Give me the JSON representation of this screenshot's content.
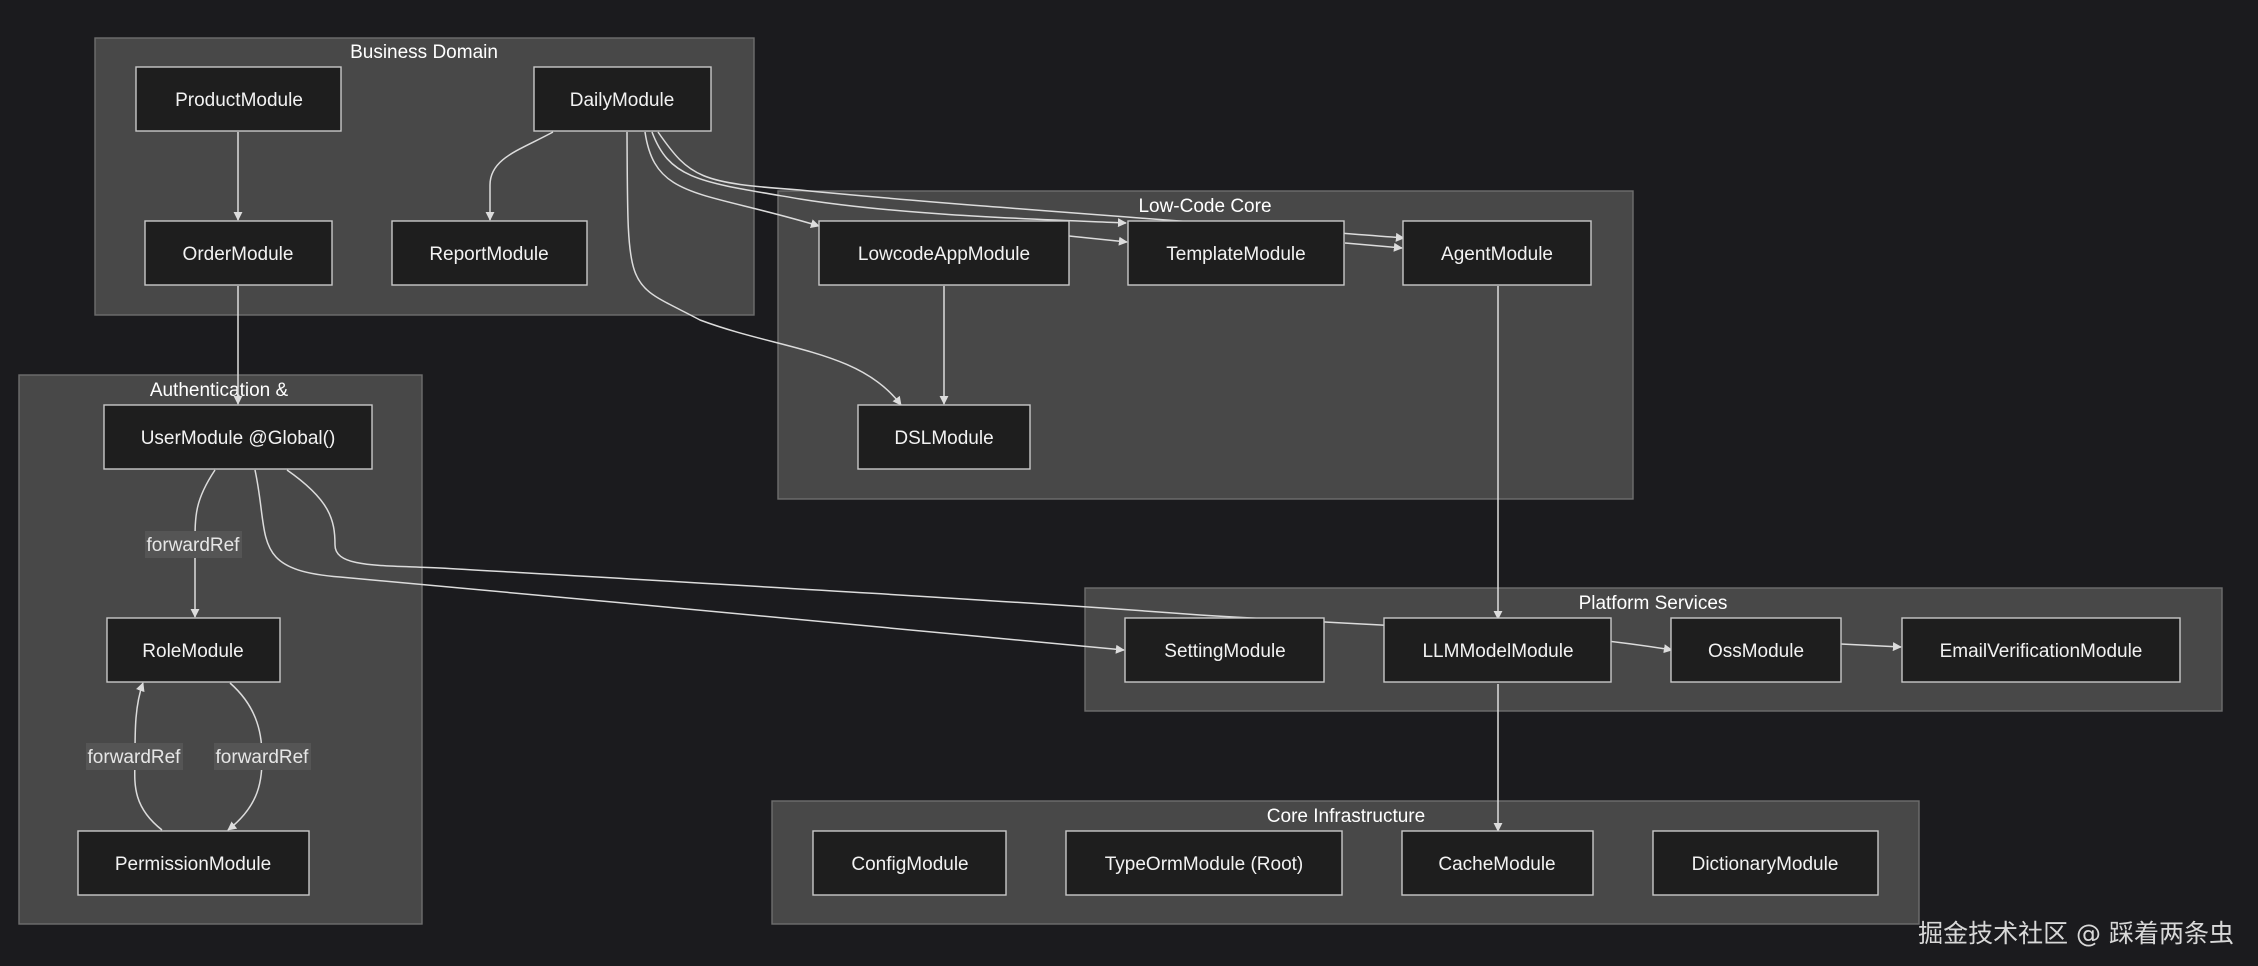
{
  "clusters": {
    "business": {
      "title": "Business Domain"
    },
    "lowcode": {
      "title": "Low-Code Core"
    },
    "auth": {
      "title": "Authentication &"
    },
    "platform": {
      "title": "Platform Services"
    },
    "infra": {
      "title": "Core Infrastructure"
    }
  },
  "nodes": {
    "product": "ProductModule",
    "daily": "DailyModule",
    "order": "OrderModule",
    "report": "ReportModule",
    "lowcodeapp": "LowcodeAppModule",
    "template": "TemplateModule",
    "agent": "AgentModule",
    "dsl": "DSLModule",
    "user": "UserModule @Global()",
    "role": "RoleModule",
    "permission": "PermissionModule",
    "setting": "SettingModule",
    "llm": "LLMModelModule",
    "oss": "OssModule",
    "email": "EmailVerificationModule",
    "config": "ConfigModule",
    "typeorm": "TypeOrmModule (Root)",
    "cache": "CacheModule",
    "dictionary": "DictionaryModule"
  },
  "edge_labels": {
    "user_role": "forwardRef",
    "permission_role": "forwardRef",
    "role_permission": "forwardRef"
  },
  "edges": [
    [
      "product",
      "order"
    ],
    [
      "order",
      "user"
    ],
    [
      "daily",
      "report"
    ],
    [
      "daily",
      "lowcodeapp"
    ],
    [
      "daily",
      "template"
    ],
    [
      "daily",
      "agent"
    ],
    [
      "daily",
      "dsl"
    ],
    [
      "lowcodeapp",
      "template"
    ],
    [
      "template",
      "agent"
    ],
    [
      "lowcodeapp",
      "dsl"
    ],
    [
      "agent",
      "llm"
    ],
    [
      "user",
      "role"
    ],
    [
      "permission",
      "role"
    ],
    [
      "role",
      "permission"
    ],
    [
      "user",
      "setting"
    ],
    [
      "user",
      "oss"
    ],
    [
      "llm",
      "cache"
    ],
    [
      "oss",
      "email"
    ]
  ],
  "watermark": "掘金技术社区 @ 踩着两条虫"
}
